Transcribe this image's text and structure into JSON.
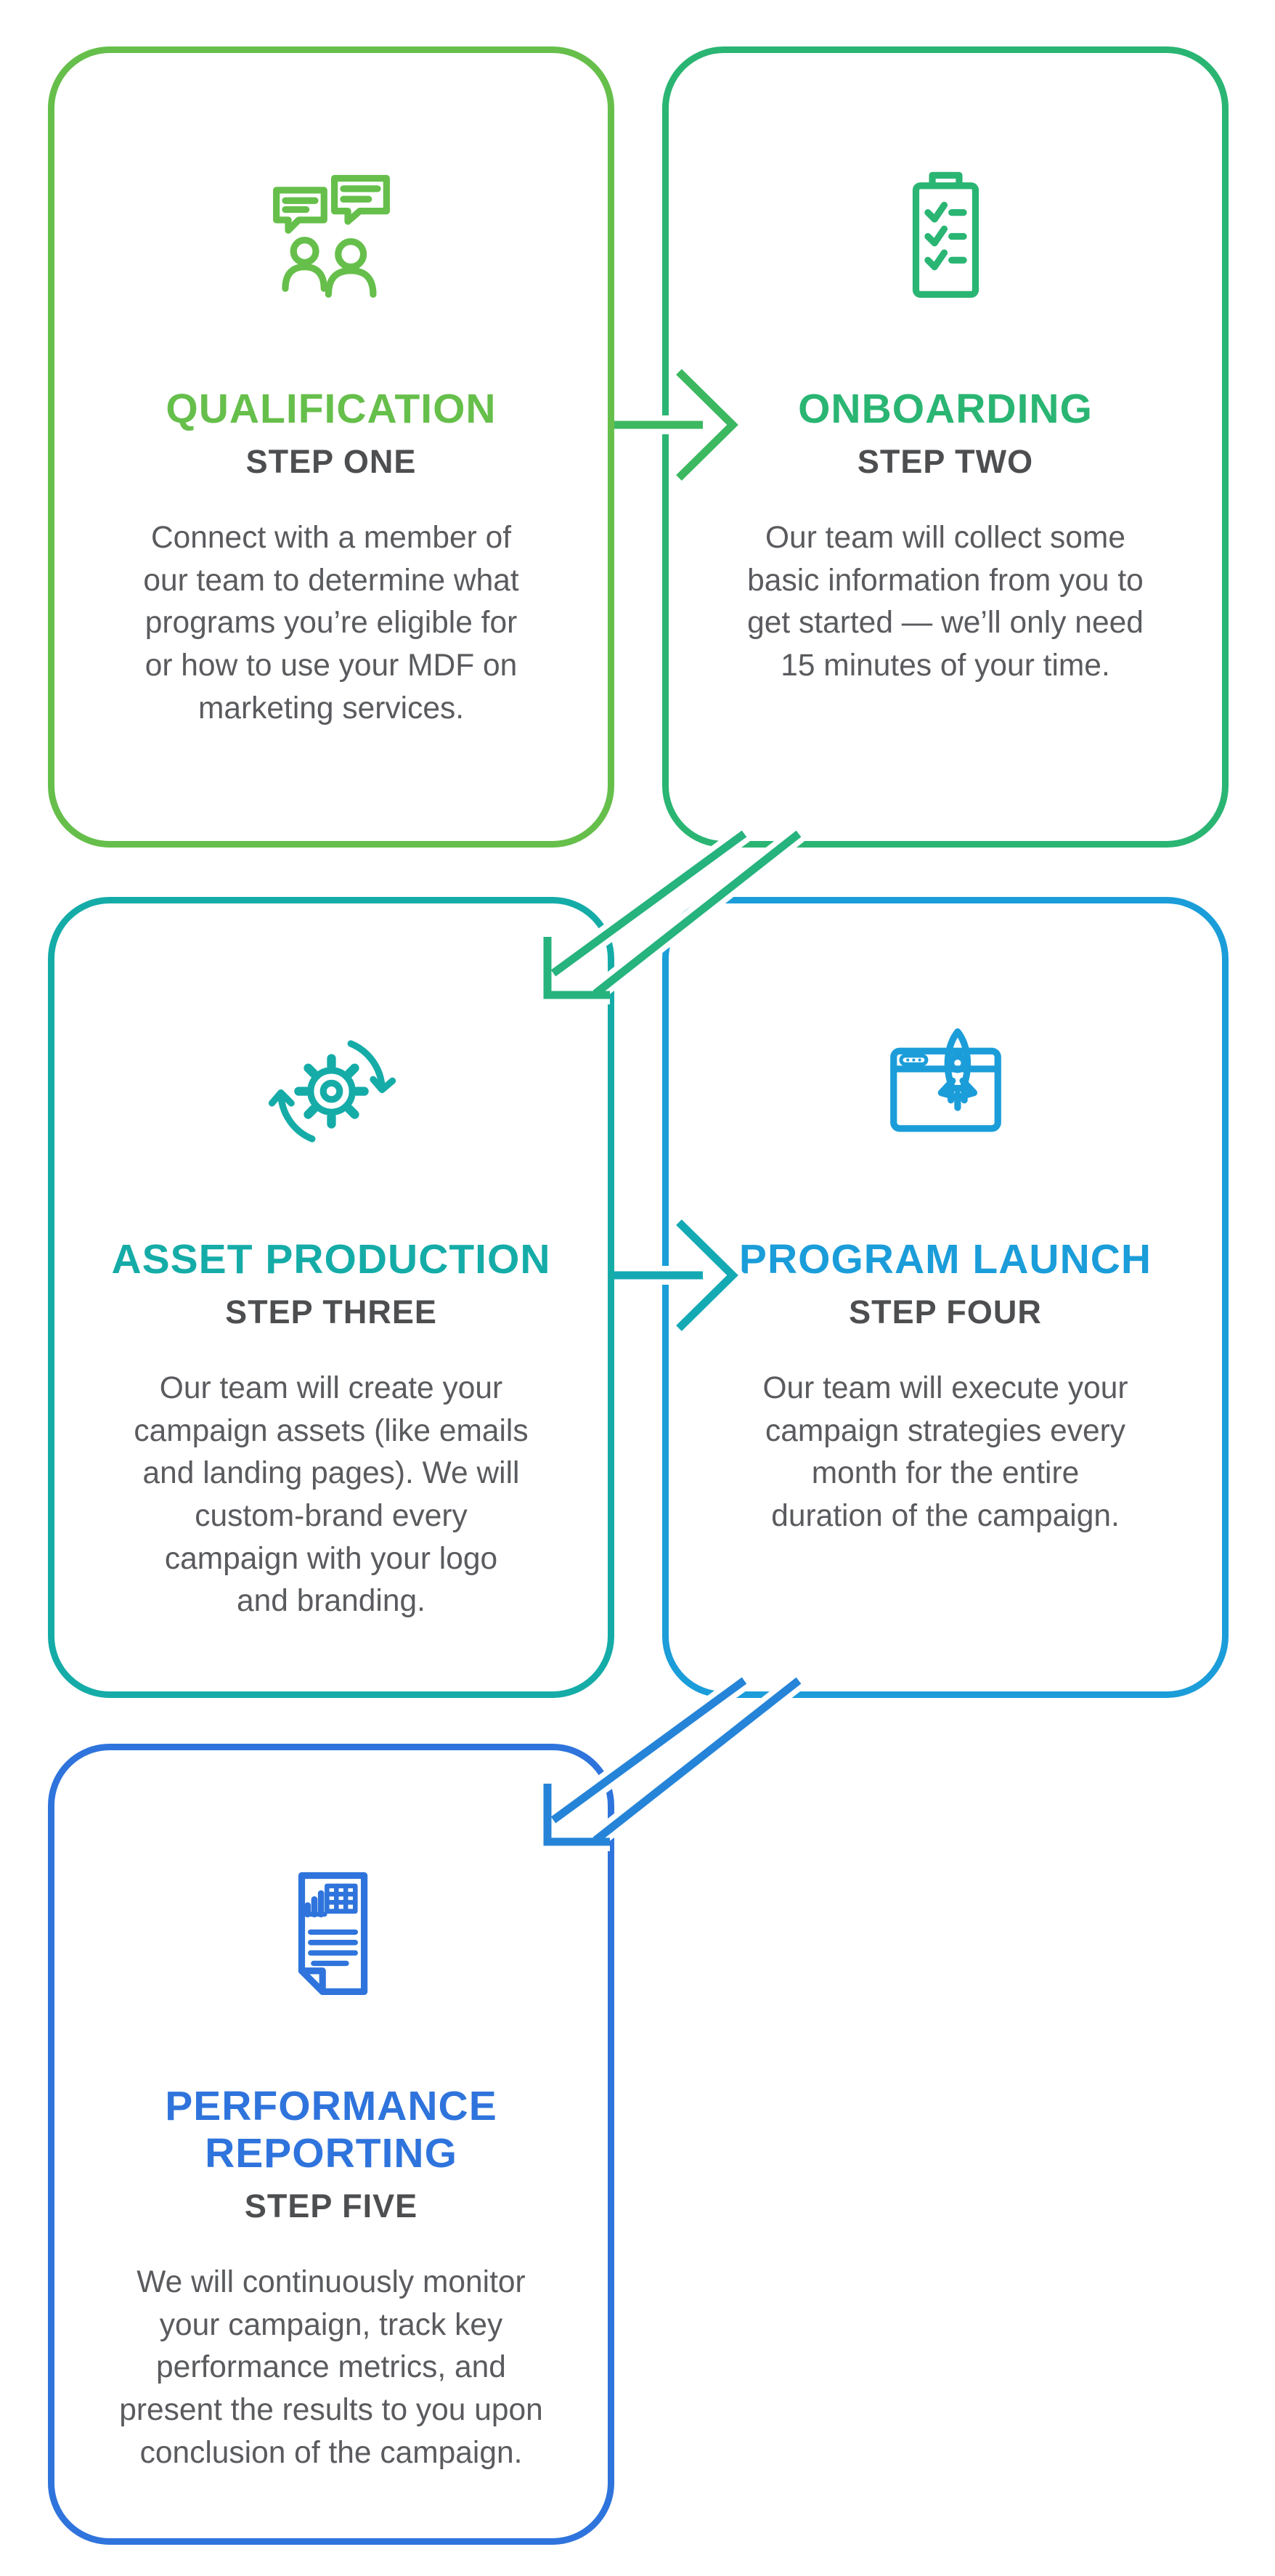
{
  "page": {
    "background": "#ffffff",
    "step_label_color": "#4d4e50",
    "body_text_color": "#5a5b5e"
  },
  "cards": [
    {
      "id": "step-one",
      "title": "QUALIFICATION",
      "step": "STEP ONE",
      "icon": "conversation-icon",
      "accent": "#66bf4b",
      "body": "Connect with a member of\nour team to determine what\nprograms you’re eligible for\nor how to use your MDF on\nmarketing services."
    },
    {
      "id": "step-two",
      "title": "ONBOARDING",
      "step": "STEP TWO",
      "icon": "checklist-clipboard-icon",
      "accent": "#2ab573",
      "body": "Our team will collect some\nbasic information from you to\nget started — we’ll only need\n15 minutes of your time."
    },
    {
      "id": "step-three",
      "title": "ASSET PRODUCTION",
      "step": "STEP THREE",
      "icon": "gear-sync-icon",
      "accent": "#15aca8",
      "body": "Our team will create your\ncampaign assets (like emails\nand landing pages). We will\ncustom-brand every\ncampaign with your logo\nand branding."
    },
    {
      "id": "step-four",
      "title": "PROGRAM LAUNCH",
      "step": "STEP FOUR",
      "icon": "rocket-launch-browser-icon",
      "accent": "#1b9dd9",
      "body": "Our team will execute your\ncampaign strategies every\nmonth for the entire\nduration of the campaign."
    },
    {
      "id": "step-five",
      "title": "PERFORMANCE REPORTING",
      "step": "STEP FIVE",
      "icon": "report-document-icon",
      "accent": "#2f74dc",
      "body": "We will continuously monitor\nyour campaign, track key\nperformance metrics, and\npresent the results to you upon\nconclusion of the campaign."
    }
  ],
  "connectors": [
    {
      "from": "step-one",
      "to": "step-two",
      "shape": "arrow-right",
      "color": "#3cb860"
    },
    {
      "from": "step-two",
      "to": "step-three",
      "shape": "elbow-down-left",
      "color": "#26b37d"
    },
    {
      "from": "step-three",
      "to": "step-four",
      "shape": "arrow-right",
      "color": "#14aab4"
    },
    {
      "from": "step-four",
      "to": "step-five",
      "shape": "elbow-down-left",
      "color": "#2584d8"
    }
  ]
}
